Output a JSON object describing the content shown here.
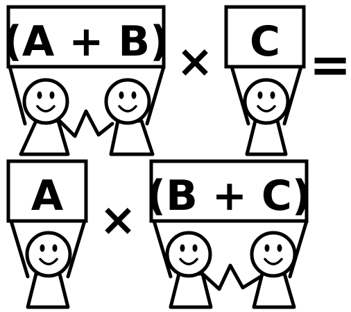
{
  "equation": {
    "left": {
      "group_sign": "(A + B)",
      "operator": "×",
      "single_sign": "C",
      "equals": "="
    },
    "right": {
      "single_sign": "A",
      "operator": "×",
      "group_sign": "(B + C)"
    }
  },
  "colors": {
    "ink": "#000000",
    "paper": "#ffffff"
  }
}
